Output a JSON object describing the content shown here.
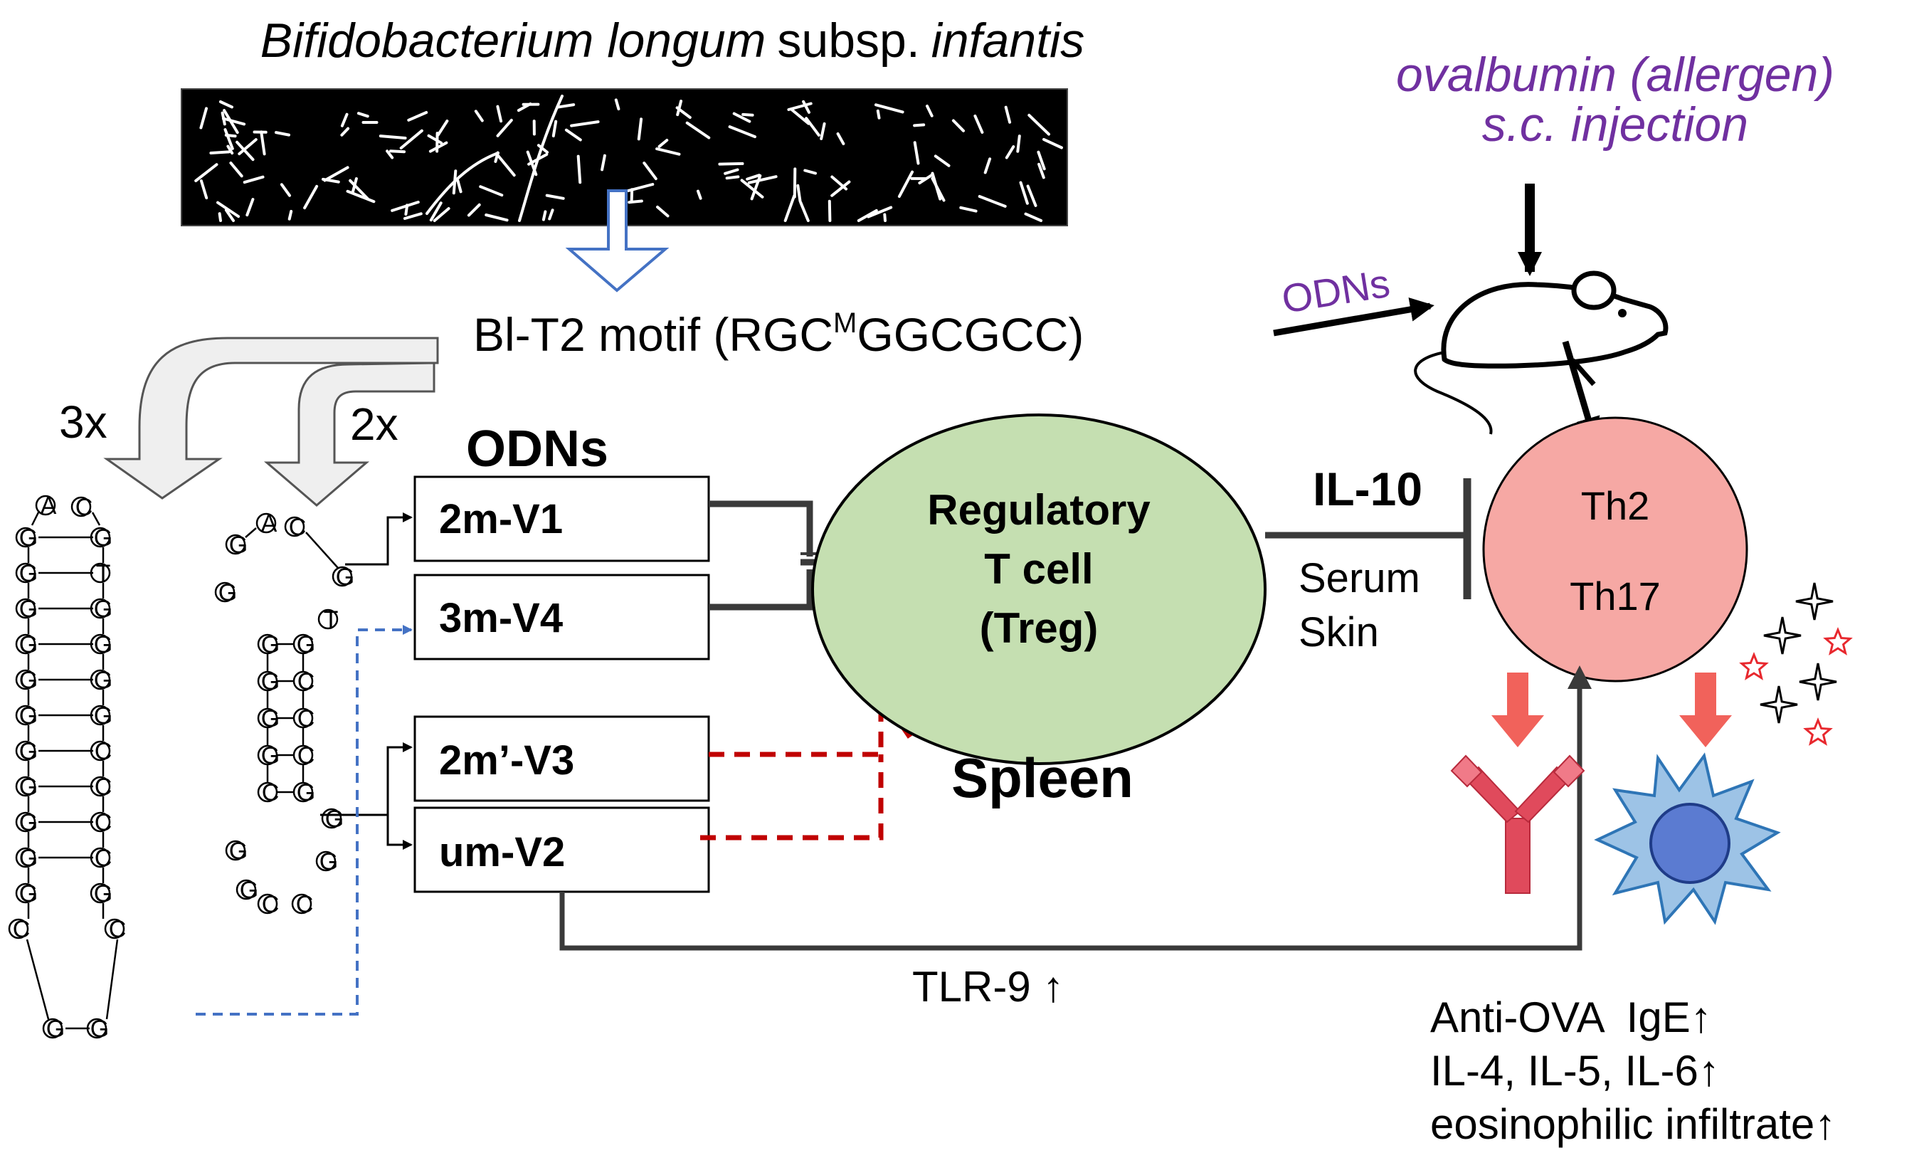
{
  "title": {
    "genus": "Bifidobacterium longum",
    "subsp_label": "subsp.",
    "species": "infantis"
  },
  "allergen": {
    "line1": "ovalbumin (allergen)",
    "line2": "s.c. injection"
  },
  "motif": {
    "prefix": "Bl-T2 motif (RGC",
    "superscript": "M",
    "suffix": "GGCGCC)"
  },
  "odns_mouse_label": "ODNs",
  "multiplier_3x": "3x",
  "multiplier_2x": "2x",
  "odns_heading": "ODNs",
  "odn_boxes": [
    "2m-V1",
    "3m-V4",
    "2m’-V3",
    "um-V2"
  ],
  "treg": {
    "line1": "Regulatory",
    "line2": "T cell",
    "line3": "(Treg)"
  },
  "spleen": "Spleen",
  "il10": {
    "label": "IL-10",
    "sub1": "Serum",
    "sub2": "Skin"
  },
  "th_cell": {
    "line1": "Th2",
    "line2": "Th17"
  },
  "tlr9": "TLR-9 ↑",
  "outcomes": [
    "Anti-OVA  IgE↑",
    "IL-4, IL-5, IL-6↑",
    "eosinophilic infiltrate↑"
  ],
  "hairpin_3x": {
    "loop": [
      "A",
      "C"
    ],
    "left_stem": [
      "G",
      "G",
      "G",
      "G",
      "G",
      "G",
      "G",
      "G",
      "G",
      "G",
      "G",
      "C"
    ],
    "right_stem": [
      "G",
      "T",
      "G",
      "G",
      "G",
      "G",
      "C",
      "C",
      "C",
      "C",
      "G",
      "C"
    ],
    "bottom": [
      "G",
      "G"
    ]
  },
  "hairpin_2x": {
    "loop_top": [
      "A",
      "C"
    ],
    "upper_left": [
      "G",
      "G"
    ],
    "upper_right": [
      "G",
      "T"
    ],
    "stem_left": [
      "G",
      "G",
      "G",
      "G",
      "C"
    ],
    "stem_right": [
      "G",
      "C",
      "C",
      "C",
      "G"
    ],
    "lower_loop": [
      "G",
      "G",
      "C",
      "C",
      "G",
      "G"
    ]
  },
  "colors": {
    "treg_fill": "#c5dfb1",
    "th_fill": "#f6a8a4",
    "odn_purple": "#7030a0",
    "dashed_red": "#c00000",
    "dashed_blue": "#4472c4",
    "salmon_arrow": "#f1625b",
    "antibody": "#e04a5c",
    "dendritic_fill": "#9dc3e6",
    "dendritic_nucleus": "#5b7bd1",
    "line_dark": "#3a3a3a",
    "star_red": "#e8282e"
  },
  "icons": [
    "bacteria-micrograph",
    "mouse-icon",
    "antibody-icon",
    "dendritic-cell-icon",
    "star-icon"
  ]
}
